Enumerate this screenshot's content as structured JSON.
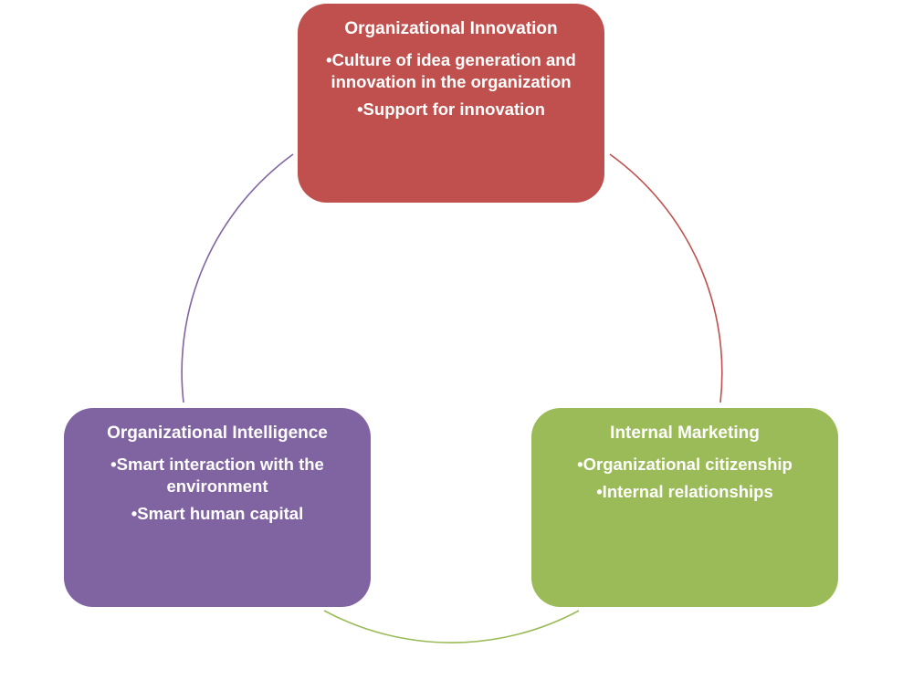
{
  "diagram": {
    "nodes": [
      {
        "title": "Organizational Innovation",
        "bullets": [
          "•Culture of idea generation and innovation in the organization",
          "•Support for innovation"
        ],
        "color": "#C0504D"
      },
      {
        "title": "Internal Marketing",
        "bullets": [
          "•Organizational citizenship",
          "•Internal relationships"
        ],
        "color": "#9BBB59"
      },
      {
        "title": "Organizational Intelligence",
        "bullets": [
          "•Smart interaction with the environment",
          "•Smart human capital"
        ],
        "color": "#8064A2"
      }
    ]
  }
}
